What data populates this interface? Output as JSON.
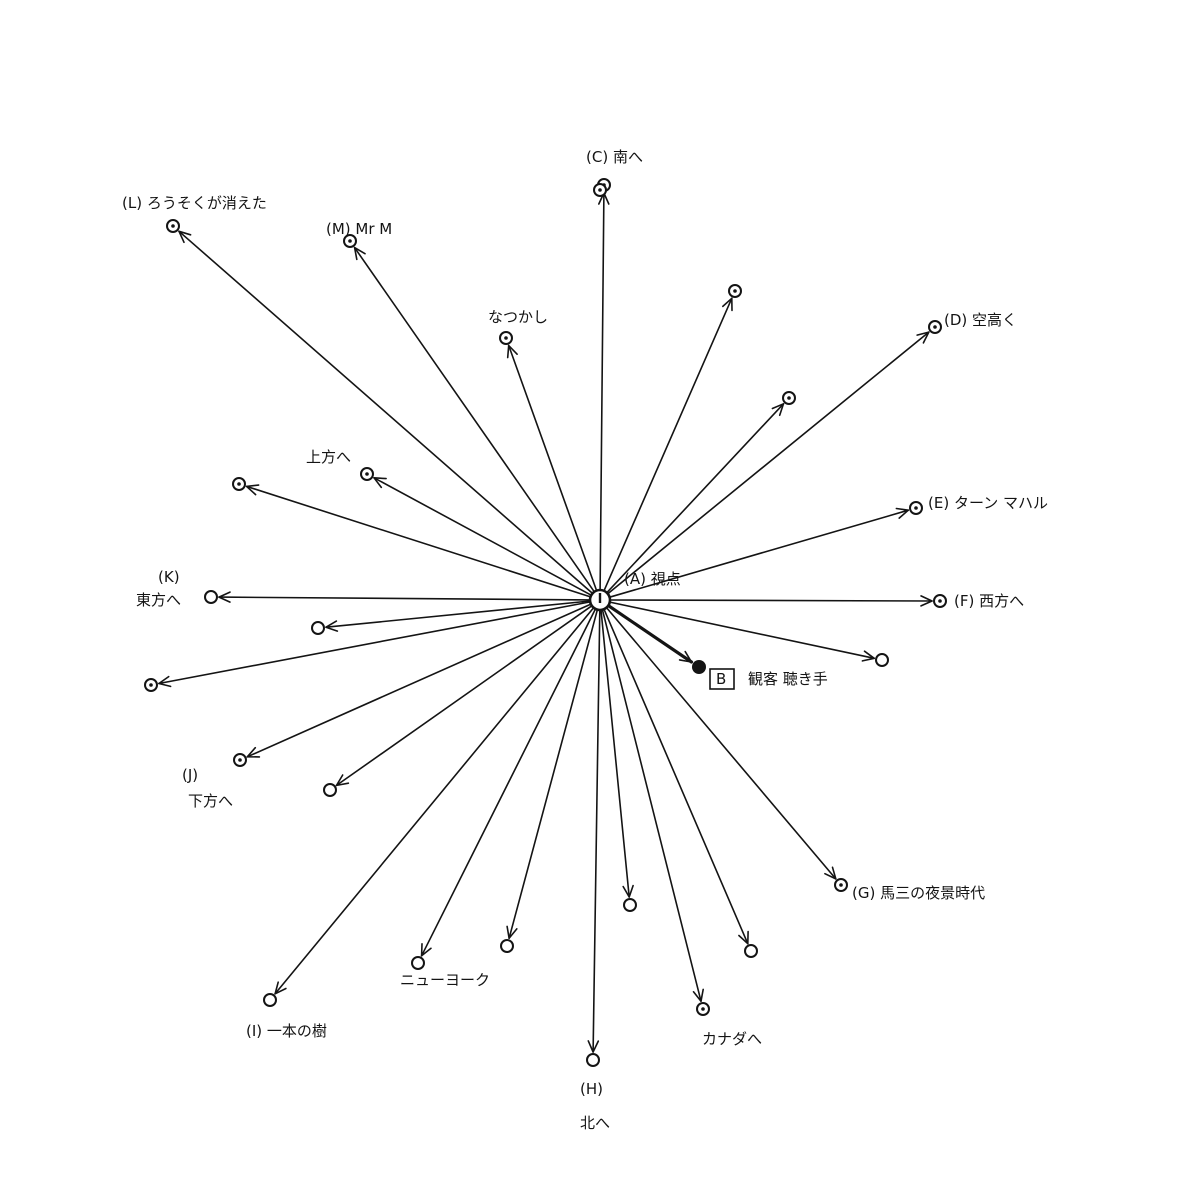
{
  "diagram": {
    "hub_label": "(A) 視点",
    "nodes": [
      {
        "id": "C",
        "label": "(C) 南へ",
        "style": "ring-dot"
      },
      {
        "id": "n2",
        "label": "",
        "style": "ring-dot"
      },
      {
        "id": "D",
        "label": "(D) 空高く",
        "style": "ring-dot"
      },
      {
        "id": "n4",
        "label": "",
        "style": "ring-dot"
      },
      {
        "id": "E",
        "label": "(E) ターン マハル",
        "style": "ring-dot"
      },
      {
        "id": "F",
        "label": "(F) 西方へ",
        "style": "ring-dot"
      },
      {
        "id": "n7",
        "label": "",
        "style": "ring"
      },
      {
        "id": "B",
        "label": "B",
        "label_detail": "観客 聴き手",
        "style": "filled",
        "heavy": true
      },
      {
        "id": "G",
        "label": "(G) 馬三の夜景時代",
        "style": "ring-dot"
      },
      {
        "id": "n10",
        "label": "",
        "style": "ring"
      },
      {
        "id": "n11",
        "label": "カナダへ",
        "style": "ring-dot"
      },
      {
        "id": "n12",
        "label": "",
        "style": "ring"
      },
      {
        "id": "H",
        "label": "(H)",
        "label_detail": "北へ",
        "style": "ring"
      },
      {
        "id": "n14",
        "label": "",
        "style": "ring"
      },
      {
        "id": "n15",
        "label": "ニューヨーク",
        "style": "ring"
      },
      {
        "id": "I",
        "label": "(I) 一本の樹",
        "style": "ring"
      },
      {
        "id": "n17",
        "label": "",
        "style": "ring"
      },
      {
        "id": "J",
        "label": "(J)",
        "label_detail": "下方へ",
        "style": "ring-dot"
      },
      {
        "id": "n19",
        "label": "",
        "style": "ring-dot"
      },
      {
        "id": "n20",
        "label": "",
        "style": "ring"
      },
      {
        "id": "K",
        "label": "(K)",
        "label_detail": "東方へ",
        "style": "ring"
      },
      {
        "id": "n22",
        "label": "",
        "style": "ring-dot"
      },
      {
        "id": "n23",
        "label": "上方へ",
        "style": "ring-dot"
      },
      {
        "id": "L",
        "label": "(L) ろうそくが消えた",
        "style": "ring-dot"
      },
      {
        "id": "M",
        "label": "(M) Mr M",
        "style": "ring-dot"
      },
      {
        "id": "n26",
        "label": "なつかし",
        "style": "ring-dot"
      },
      {
        "id": "n27",
        "label": "",
        "style": "ring-dot"
      }
    ]
  }
}
